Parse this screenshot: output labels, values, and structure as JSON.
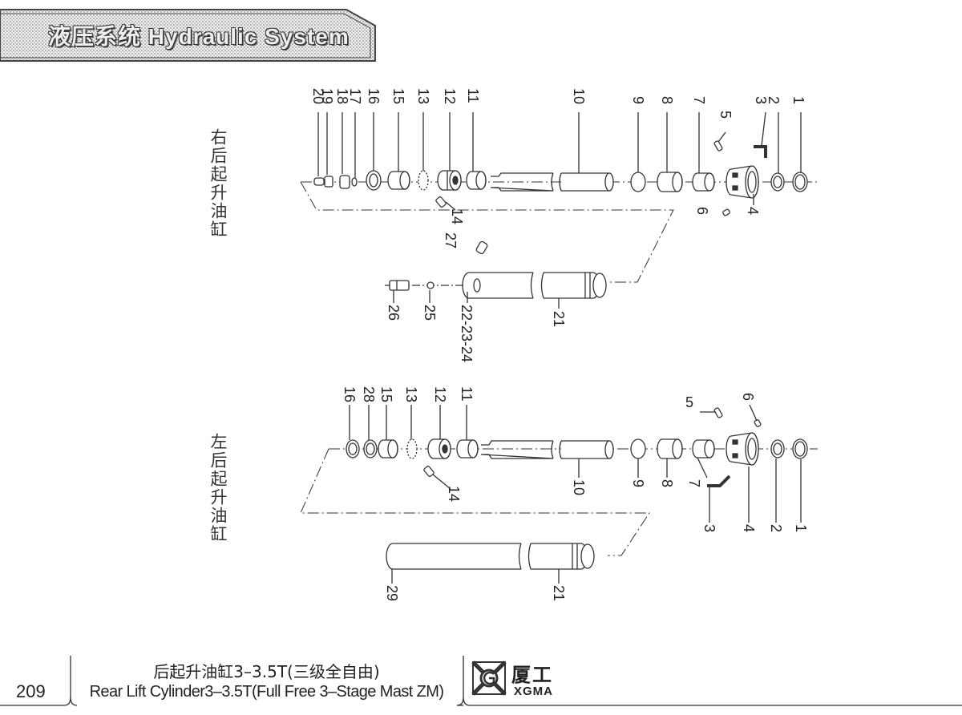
{
  "header": {
    "title": "液压系统   Hydraulic System"
  },
  "right_group": {
    "label": "右后起升油缸",
    "callouts": [
      "20",
      "19",
      "18",
      "17",
      "16",
      "15",
      "13",
      "12",
      "11",
      "10",
      "9",
      "8",
      "7",
      "5",
      "3",
      "2",
      "1",
      "14",
      "4",
      "6",
      "27",
      "26",
      "25",
      "22-23-24",
      "21"
    ]
  },
  "left_group": {
    "label": "左后起升油缸",
    "callouts": [
      "16",
      "28",
      "15",
      "13",
      "12",
      "11",
      "14",
      "10",
      "9",
      "8",
      "7",
      "5",
      "6",
      "3",
      "4",
      "2",
      "1",
      "29",
      "21"
    ]
  },
  "footer": {
    "page_number": "209",
    "caption_cn": "后起升油缸3–3.5T(三级全自由)",
    "caption_en": "Rear Lift Cylinder3–3.5T(Full Free 3–Stage Mast ZM)",
    "logo_cn": "厦工",
    "logo_en": "XGMA"
  }
}
